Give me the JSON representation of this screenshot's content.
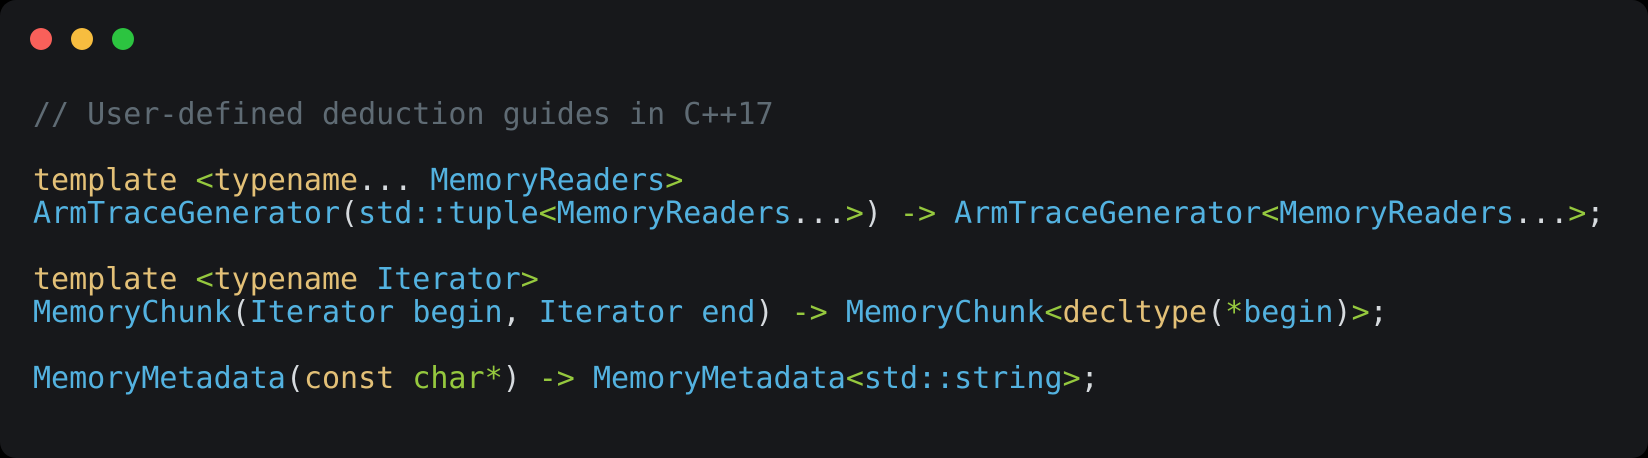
{
  "window": {
    "kind": "code-snippet-window",
    "traffic_lights": [
      {
        "name": "close",
        "color": "#f9605a"
      },
      {
        "name": "minimize",
        "color": "#f7bd3f"
      },
      {
        "name": "zoom",
        "color": "#2cc440"
      }
    ]
  },
  "colors": {
    "bg-window": "#17181b",
    "bg-page": "#000000",
    "comment": "#5f6b74",
    "keyword": "#e3c077",
    "type": "#53b2e0",
    "operator": "#95c83e",
    "builtin": "#95c83e",
    "plain": "#d6dade",
    "dot-close": "#f9605a",
    "dot-minimize": "#f7bd3f",
    "dot-zoom": "#2cc440"
  },
  "code": {
    "language": "cpp",
    "plain_text": "// User-defined deduction guides in C++17\n\ntemplate <typename... MemoryReaders>\nArmTraceGenerator(std::tuple<MemoryReaders...>) -> ArmTraceGenerator<MemoryReaders...>;\n\ntemplate <typename Iterator>\nMemoryChunk(Iterator begin, Iterator end) -> MemoryChunk<decltype(*begin)>;\n\nMemoryMetadata(const char*) -> MemoryMetadata<std::string>;",
    "lines": [
      {
        "tokens": [
          {
            "t": "comment",
            "s": "// User-defined deduction guides in C++17"
          }
        ]
      },
      {
        "tokens": []
      },
      {
        "tokens": [
          {
            "t": "keyword",
            "s": "template"
          },
          {
            "t": "plain",
            "s": " "
          },
          {
            "t": "operator",
            "s": "<"
          },
          {
            "t": "keyword",
            "s": "typename"
          },
          {
            "t": "plain",
            "s": "... "
          },
          {
            "t": "type",
            "s": "MemoryReaders"
          },
          {
            "t": "operator",
            "s": ">"
          }
        ]
      },
      {
        "tokens": [
          {
            "t": "type",
            "s": "ArmTraceGenerator"
          },
          {
            "t": "plain",
            "s": "("
          },
          {
            "t": "type",
            "s": "std::tuple"
          },
          {
            "t": "operator",
            "s": "<"
          },
          {
            "t": "type",
            "s": "MemoryReaders"
          },
          {
            "t": "plain",
            "s": "..."
          },
          {
            "t": "operator",
            "s": ">"
          },
          {
            "t": "plain",
            "s": ") "
          },
          {
            "t": "operator",
            "s": "->"
          },
          {
            "t": "plain",
            "s": " "
          },
          {
            "t": "type",
            "s": "ArmTraceGenerator"
          },
          {
            "t": "operator",
            "s": "<"
          },
          {
            "t": "type",
            "s": "MemoryReaders"
          },
          {
            "t": "plain",
            "s": "..."
          },
          {
            "t": "operator",
            "s": ">"
          },
          {
            "t": "plain",
            "s": ";"
          }
        ]
      },
      {
        "tokens": []
      },
      {
        "tokens": [
          {
            "t": "keyword",
            "s": "template"
          },
          {
            "t": "plain",
            "s": " "
          },
          {
            "t": "operator",
            "s": "<"
          },
          {
            "t": "keyword",
            "s": "typename"
          },
          {
            "t": "plain",
            "s": " "
          },
          {
            "t": "type",
            "s": "Iterator"
          },
          {
            "t": "operator",
            "s": ">"
          }
        ]
      },
      {
        "tokens": [
          {
            "t": "type",
            "s": "MemoryChunk"
          },
          {
            "t": "plain",
            "s": "("
          },
          {
            "t": "type",
            "s": "Iterator"
          },
          {
            "t": "plain",
            "s": " "
          },
          {
            "t": "type",
            "s": "begin"
          },
          {
            "t": "plain",
            "s": ", "
          },
          {
            "t": "type",
            "s": "Iterator"
          },
          {
            "t": "plain",
            "s": " "
          },
          {
            "t": "type",
            "s": "end"
          },
          {
            "t": "plain",
            "s": ") "
          },
          {
            "t": "operator",
            "s": "->"
          },
          {
            "t": "plain",
            "s": " "
          },
          {
            "t": "type",
            "s": "MemoryChunk"
          },
          {
            "t": "operator",
            "s": "<"
          },
          {
            "t": "keyword",
            "s": "decltype"
          },
          {
            "t": "plain",
            "s": "("
          },
          {
            "t": "operator",
            "s": "*"
          },
          {
            "t": "type",
            "s": "begin"
          },
          {
            "t": "plain",
            "s": ")"
          },
          {
            "t": "operator",
            "s": ">"
          },
          {
            "t": "plain",
            "s": ";"
          }
        ]
      },
      {
        "tokens": []
      },
      {
        "tokens": [
          {
            "t": "type",
            "s": "MemoryMetadata"
          },
          {
            "t": "plain",
            "s": "("
          },
          {
            "t": "keyword",
            "s": "const"
          },
          {
            "t": "plain",
            "s": " "
          },
          {
            "t": "builtin",
            "s": "char"
          },
          {
            "t": "operator",
            "s": "*"
          },
          {
            "t": "plain",
            "s": ") "
          },
          {
            "t": "operator",
            "s": "->"
          },
          {
            "t": "plain",
            "s": " "
          },
          {
            "t": "type",
            "s": "MemoryMetadata"
          },
          {
            "t": "operator",
            "s": "<"
          },
          {
            "t": "type",
            "s": "std::string"
          },
          {
            "t": "operator",
            "s": ">"
          },
          {
            "t": "plain",
            "s": ";"
          }
        ]
      }
    ]
  }
}
